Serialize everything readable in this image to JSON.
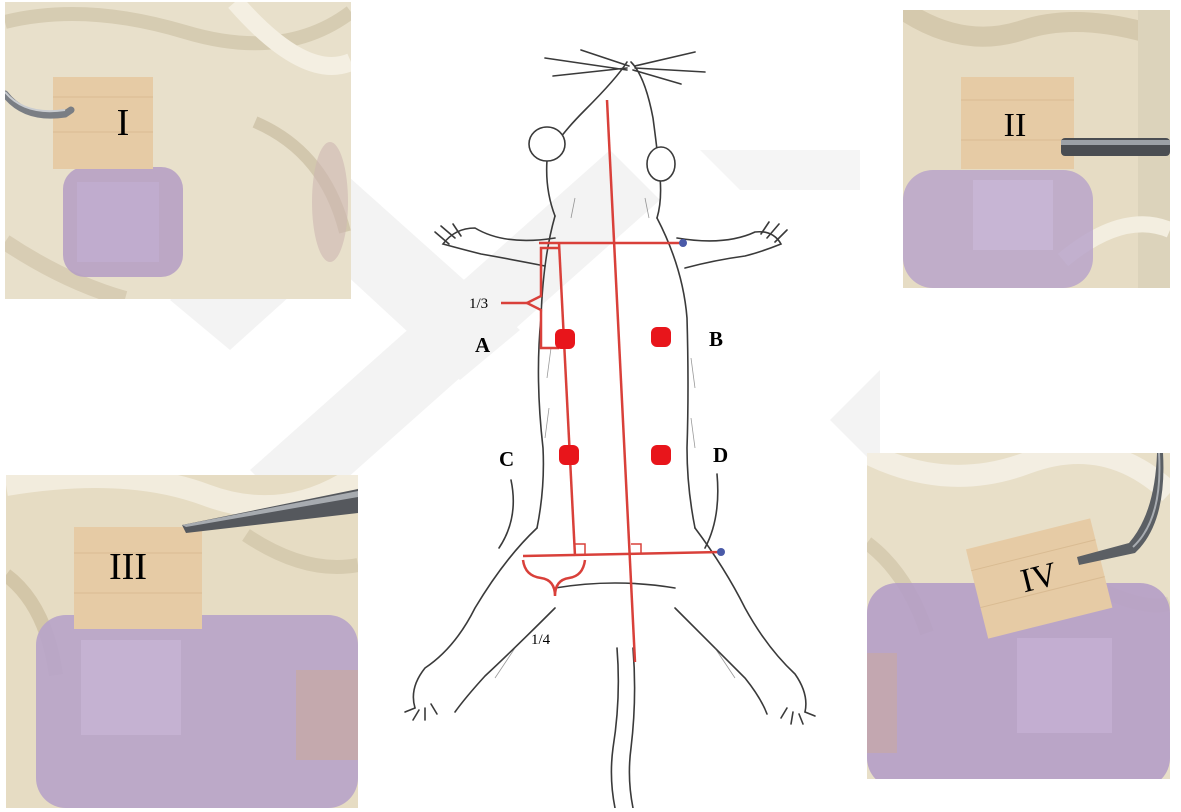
{
  "photos": [
    {
      "id": "I",
      "mark": "I"
    },
    {
      "id": "II",
      "mark": "II"
    },
    {
      "id": "III",
      "mark": "III"
    },
    {
      "id": "IV",
      "mark": "IV"
    }
  ],
  "diagram": {
    "sites": [
      {
        "label": "A"
      },
      {
        "label": "B"
      },
      {
        "label": "C"
      },
      {
        "label": "D"
      }
    ],
    "fraction_top": "1/3",
    "fraction_bottom": "1/4"
  },
  "colors": {
    "guide_line": "#d9403a",
    "site_dot": "#e8151b",
    "marker_dot": "#4a5aa8",
    "skin_patch": "#b7a3c9",
    "fur": "#e7dfc9",
    "gauze": "#e3c8a3",
    "ink": "#1d2a6b",
    "watermark": "#f2f2f2"
  }
}
